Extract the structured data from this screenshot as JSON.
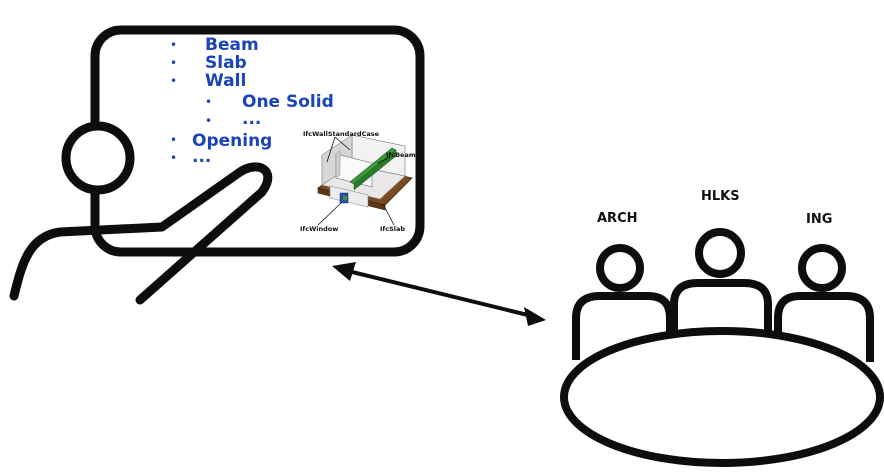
{
  "colors": {
    "bullet_text": "#1a44b8",
    "outline": "#0d0d0d",
    "beam_green": "#3a9a3a",
    "slab_brown": "#7a4a22",
    "window_blue": "#2d4fa6"
  },
  "presentation": {
    "bullets": [
      {
        "marker": "•",
        "text": "Beam"
      },
      {
        "marker": "•",
        "text": "Slab"
      },
      {
        "marker": "•",
        "text": "Wall"
      },
      {
        "marker": "•",
        "text": "One Solid"
      },
      {
        "marker": "•",
        "text": "..."
      },
      {
        "marker": "•",
        "text": "Opening"
      },
      {
        "marker": "•",
        "text": "..."
      }
    ],
    "ifc_labels": {
      "wall": "IfcWallStandardCase",
      "beam": "IfcBeam",
      "window": "IfcWindow",
      "slab": "IfcSlab"
    }
  },
  "audience": {
    "labels": {
      "left": "ARCH",
      "center": "HLKS",
      "right": "ING"
    }
  },
  "icons": [
    "presenter-icon",
    "whiteboard-icon",
    "double-arrow-icon",
    "meeting-table-icon"
  ]
}
